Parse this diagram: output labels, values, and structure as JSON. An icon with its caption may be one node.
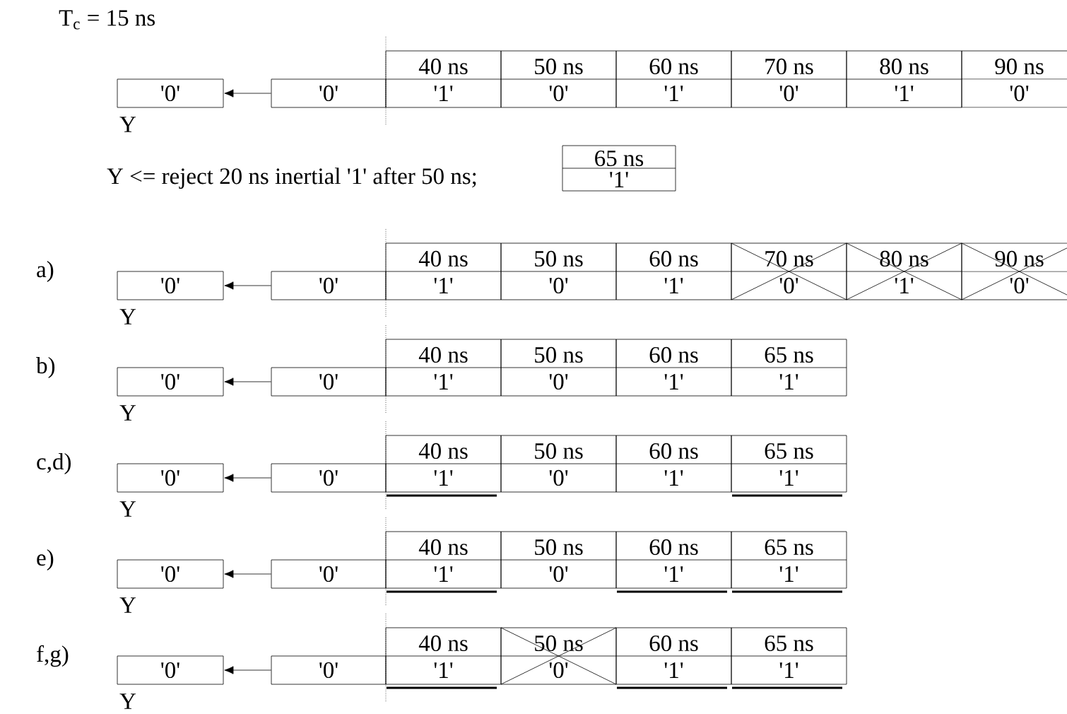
{
  "diagram": {
    "nodes": [
      {
        "text": [
          "'0'"
        ],
        "beside": [
          "Y"
        ]
      },
      {
        "text": [
          "'0'"
        ]
      },
      {
        "text": [
          "40 ns",
          "'1'"
        ]
      },
      {
        "text": [
          "50 ns",
          "'0'"
        ]
      },
      {
        "text": [
          "60 ns",
          "'1'"
        ]
      },
      {
        "text": [
          "70 ns",
          "'0'"
        ]
      },
      {
        "text": [
          "80 ns",
          "'1'"
        ]
      },
      {
        "text": [
          "90 ns",
          "'0'"
        ]
      },
      {
        "text": [
          "65 ns",
          "'1'"
        ]
      },
      {
        "text": [
          "'0'"
        ],
        "beside": [
          "Y"
        ]
      },
      {
        "text": [
          "'0'"
        ]
      },
      {
        "text": [
          "40 ns",
          "'1'"
        ]
      },
      {
        "text": [
          "50 ns",
          "'0'"
        ]
      },
      {
        "text": [
          "60 ns",
          "'1'"
        ]
      },
      {
        "text": [
          "70 ns",
          "'0'"
        ]
      },
      {
        "text": [
          "80 ns",
          "'1'"
        ]
      },
      {
        "text": [
          "90 ns",
          "'0'"
        ]
      },
      {
        "text": [
          "'0'"
        ],
        "beside": [
          "Y"
        ]
      },
      {
        "text": [
          "'0'"
        ]
      },
      {
        "text": [
          "40 ns",
          "'1'"
        ]
      },
      {
        "text": [
          "50 ns",
          "'0'"
        ]
      },
      {
        "text": [
          "60 ns",
          "'1'"
        ]
      },
      {
        "text": [
          "65 ns",
          "'1'"
        ]
      },
      {
        "text": [
          "'0'"
        ],
        "beside": [
          "Y"
        ]
      },
      {
        "text": [
          "'0'"
        ]
      },
      {
        "text": [
          "40 ns",
          "'1'"
        ]
      },
      {
        "text": [
          "50 ns",
          "'0'"
        ]
      },
      {
        "text": [
          "60 ns",
          "'1'"
        ]
      },
      {
        "text": [
          "65 ns",
          "'1'"
        ]
      },
      {
        "text": [
          "'0'"
        ],
        "beside": [
          "Y"
        ]
      },
      {
        "text": [
          "'0'"
        ]
      },
      {
        "text": [
          "40 ns",
          "'1'"
        ]
      },
      {
        "text": [
          "50 ns",
          "'0'"
        ]
      },
      {
        "text": [
          "60 ns",
          "'1'"
        ]
      },
      {
        "text": [
          "65 ns",
          "'1'"
        ]
      },
      {
        "text": [
          "'0'"
        ],
        "beside": [
          "Y"
        ]
      },
      {
        "text": [
          "'0'"
        ]
      },
      {
        "text": [
          "40 ns",
          "'1'"
        ]
      },
      {
        "text": [
          "50 ns",
          "'0'"
        ]
      },
      {
        "text": [
          "60 ns",
          "'1'"
        ]
      },
      {
        "text": [
          "65 ns",
          "'1'"
        ]
      }
    ],
    "edges": [
      {
        "from": 1,
        "to": 0,
        "arrow": "to"
      },
      {
        "from": 10,
        "to": 9,
        "arrow": "to"
      },
      {
        "from": 18,
        "to": 17,
        "arrow": "to"
      },
      {
        "from": 24,
        "to": 23,
        "arrow": "to"
      },
      {
        "from": 30,
        "to": 29,
        "arrow": "to"
      },
      {
        "from": 36,
        "to": 35,
        "arrow": "to"
      }
    ],
    "labels": [
      "T$_{c}$ = 15 ns",
      "Y <= reject 20 ns inertial  '1' after 50 ns;",
      "a)",
      "b)",
      "c,d)",
      "e)",
      "f,g)"
    ]
  }
}
